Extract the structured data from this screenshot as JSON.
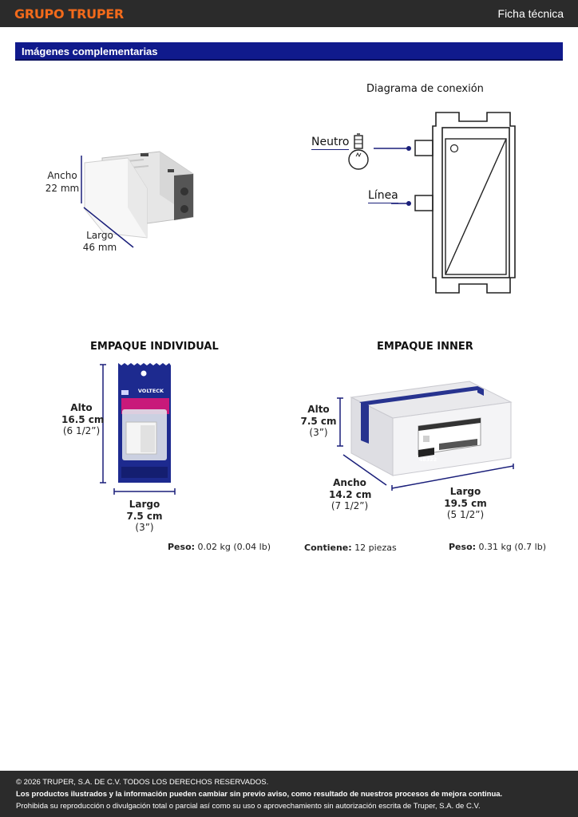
{
  "header": {
    "brand": "GRUPO TRUPER",
    "doc_type": "Ficha técnica"
  },
  "section": {
    "title": "Imágenes complementarias"
  },
  "product": {
    "ancho_label": "Ancho",
    "ancho_value": "22 mm",
    "largo_label": "Largo",
    "largo_value": "46 mm"
  },
  "diagram": {
    "title": "Diagrama de conexión",
    "neutro": "Neutro",
    "linea": "Línea"
  },
  "empaque_individual": {
    "title": "EMPAQUE INDIVIDUAL",
    "alto_label": "Alto",
    "alto_cm": "16.5 cm",
    "alto_in": "(6 1/2”)",
    "largo_label": "Largo",
    "largo_cm": "7.5 cm",
    "largo_in": "(3”)",
    "peso_label": "Peso:",
    "peso_value": "0.02 kg (0.04 lb)",
    "brand_mark": "VOLTECK"
  },
  "empaque_inner": {
    "title": "EMPAQUE INNER",
    "alto_label": "Alto",
    "alto_cm": "7.5 cm",
    "alto_in": "(3”)",
    "ancho_label": "Ancho",
    "ancho_cm": "14.2 cm",
    "ancho_in": "(7 1/2”)",
    "largo_label": "Largo",
    "largo_cm": "19.5 cm",
    "largo_in": "(5 1/2”)",
    "contiene_label": "Contiene:",
    "contiene_value": "12 piezas",
    "peso_label": "Peso:",
    "peso_value": "0.31 kg (0.7 lb)",
    "box_code": "48322"
  },
  "footer": {
    "copyright": "© 2026 TRUPER, S.A. DE C.V. TODOS LOS DERECHOS RESERVADOS.",
    "notice": "Los productos ilustrados y la información pueden cambiar sin previo aviso, como resultado de nuestros procesos de mejora continua.",
    "prohibition": "Prohibida su reproducción o divulgación total o parcial así como su uso o aprovechamiento sin autorización escrita de Truper, S.A. de C.V."
  },
  "colors": {
    "brand_orange": "#f26a1b",
    "section_blue": "#101a8c",
    "dark_bar": "#2b2b2b",
    "dimension_navy": "#1a1f7a"
  }
}
